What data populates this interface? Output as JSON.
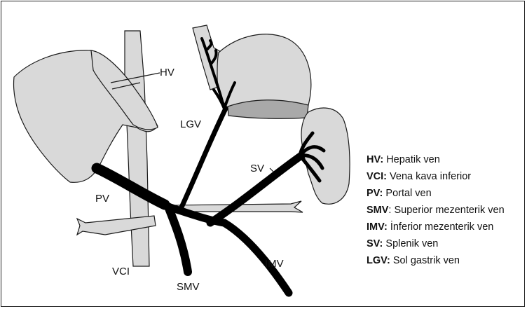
{
  "diagram": {
    "labels": {
      "hv": "HV",
      "lgv": "LGV",
      "sv": "SV",
      "pv": "PV",
      "vci": "VCI",
      "smv": "SMV",
      "imv": "IMV"
    },
    "legend": [
      {
        "abbr": "HV:",
        "text": " Hepatik ven"
      },
      {
        "abbr": "VCI:",
        "text": " Vena kava inferior"
      },
      {
        "abbr": "PV:",
        "text": " Portal ven"
      },
      {
        "abbr": "SMV",
        "text": ": Superior mezenterik ven"
      },
      {
        "abbr": "IMV:",
        "text": " İnferior mezenterik ven"
      },
      {
        "abbr": "SV:",
        "text": " Splenik ven"
      },
      {
        "abbr": "LGV:",
        "text": " Sol gastrik ven"
      }
    ],
    "colors": {
      "organ_fill": "#d9d9d9",
      "organ_stroke": "#1a1a1a",
      "vessel": "#000000",
      "stomach_shade": "#a9a9a9"
    }
  }
}
